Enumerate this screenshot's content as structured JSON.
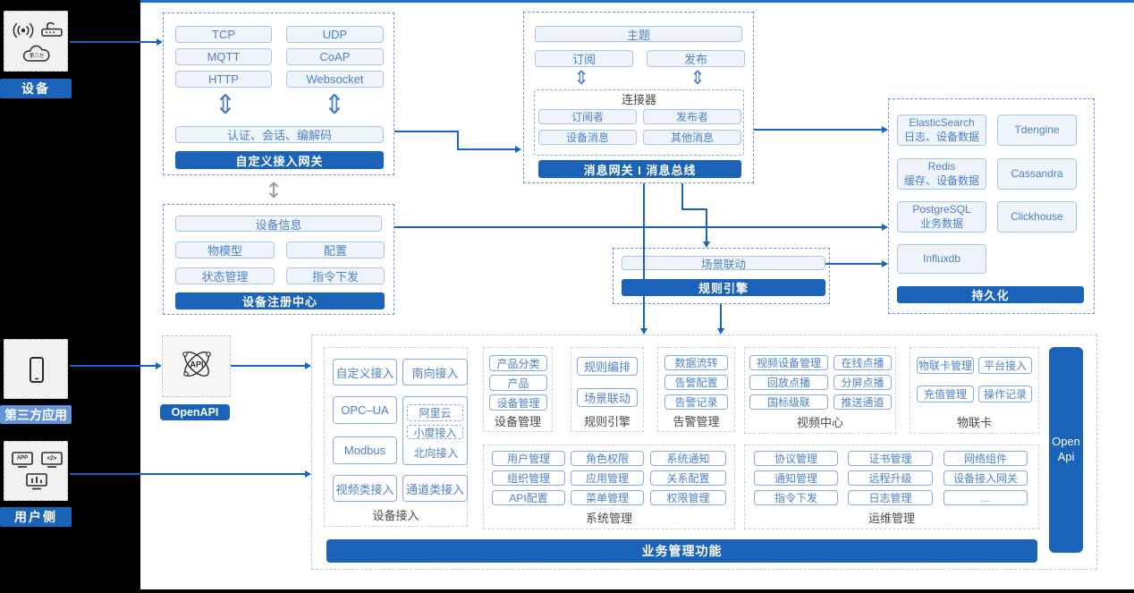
{
  "colors": {
    "primary_blue": "#1A63B8",
    "arrow_blue": "#1565C0",
    "light_fill": "#EFF4FA",
    "light_border": "#A9C5E6",
    "item_text": "#4E81C6",
    "section_text": "#4A4A4A",
    "third_party_label_bg": "#6394D6",
    "top_line": "#2270D5"
  },
  "left_rail": {
    "device": {
      "label": "设备",
      "cloud_text": "第三方"
    },
    "third_party": {
      "label": "第三方应用"
    },
    "user_side": {
      "label": "用户侧"
    }
  },
  "custom_gateway": {
    "title": "自定义接入网关",
    "protocols": [
      "TCP",
      "UDP",
      "MQTT",
      "CoAP",
      "HTTP",
      "Websocket"
    ],
    "session_layer": "认证、会话、编解码"
  },
  "message_bus": {
    "title": "消息网关 I 消息总线",
    "topic": "主题",
    "subscribe": "订阅",
    "publish": "发布",
    "connector": {
      "title": "连接器",
      "items": [
        "订阅者",
        "发布者",
        "设备消息",
        "其他消息"
      ]
    }
  },
  "device_registry": {
    "title": "设备注册中心",
    "top_item": "设备信息",
    "items": [
      "物模型",
      "配置",
      "状态管理",
      "指令下发"
    ]
  },
  "rule_engine_mid": {
    "title": "规则引擎",
    "item": "场景联动"
  },
  "persistence": {
    "title": "持久化",
    "stores": [
      {
        "name": "ElasticSearch",
        "desc": "日志、设备数据"
      },
      {
        "name": "Tdengine",
        "desc": ""
      },
      {
        "name": "Redis",
        "desc": "缓存、设备数据"
      },
      {
        "name": "Cassandra",
        "desc": ""
      },
      {
        "name": "PostgreSQL",
        "desc": "业务数据"
      },
      {
        "name": "Clickhouse",
        "desc": ""
      },
      {
        "name": "Influxdb",
        "desc": ""
      }
    ]
  },
  "open_api": {
    "label": "OpenAPI",
    "side_bar": "Open Api"
  },
  "business": {
    "title": "业务管理功能",
    "device_access": {
      "label": "设备接入",
      "items": [
        "自定义接入",
        "南向接入",
        "OPC–UA",
        "Modbus",
        "视频类接入",
        "通道类接入"
      ],
      "north": {
        "label": "北向接入",
        "sub_items": [
          "阿里云",
          "小度接入"
        ]
      }
    },
    "device_mgmt": {
      "label": "设备管理",
      "items": [
        "产品分类",
        "产品",
        "设备管理"
      ]
    },
    "rule_engine": {
      "label": "规则引擎",
      "items": [
        "规则编排",
        "场景联动"
      ]
    },
    "alarm_mgmt": {
      "label": "告警管理",
      "items": [
        "数据流转",
        "告警配置",
        "告警记录"
      ]
    },
    "video_center": {
      "label": "视频中心",
      "items": [
        "视频设备管理",
        "在线点播",
        "回放点播",
        "分屏点播",
        "国标级联",
        "推送通道"
      ]
    },
    "iot_card": {
      "label": "物联卡",
      "items": [
        "物联卡管理",
        "平台接入",
        "充值管理",
        "操作记录"
      ]
    },
    "system_mgmt": {
      "label": "系统管理",
      "items": [
        "用户管理",
        "角色权限",
        "系统通知",
        "组织管理",
        "应用管理",
        "关系配置",
        "API配置",
        "菜单管理",
        "权限管理"
      ]
    },
    "ops_mgmt": {
      "label": "运维管理",
      "items": [
        "协议管理",
        "证书管理",
        "网络组件",
        "通知管理",
        "远程升级",
        "设备接入网关",
        "指令下发",
        "日志管理",
        "..."
      ]
    }
  }
}
